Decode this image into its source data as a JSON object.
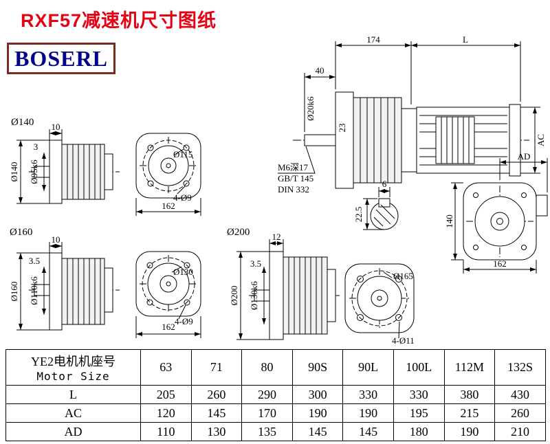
{
  "page": {
    "title": "RXF57减速机尺寸图纸",
    "logo_text": "BOSERL"
  },
  "colors": {
    "title_red": "#e60012",
    "logo_navy": "#00008b",
    "logo_border": "#7b2c21",
    "line": "#000000"
  },
  "main_view": {
    "dim_reducer_length": "174",
    "dim_motor_length": "L",
    "dim_shaft_length": "40",
    "dim_shaft_dia": "Ø20k6",
    "dim_23": "23",
    "dim_motor_dia": "AC",
    "tap_hole": "M6深17",
    "tap_std1": "GB/T 145",
    "tap_std2": "DIN 332"
  },
  "keyway": {
    "dim_key_width": "6",
    "dim_key_height": "22.5"
  },
  "rear_view": {
    "dim_ad": "AD",
    "dim_height": "140",
    "dim_width": "162"
  },
  "flange140": {
    "label": "Ø140",
    "dim_thickness": "10",
    "dim_spigot_depth": "3",
    "dim_flange_dia": "Ø140",
    "dim_spigot_dia": "Ø95k6",
    "dim_bolt_circle": "Ø115",
    "dim_bolt_holes": "4-Ø9",
    "dim_square": "162"
  },
  "flange160": {
    "label": "Ø160",
    "dim_thickness": "10",
    "dim_spigot_depth": "3.5",
    "dim_flange_dia": "Ø160",
    "dim_spigot_dia": "Ø110k6",
    "dim_bolt_circle": "Ø130",
    "dim_bolt_holes": "4-Ø9",
    "dim_square": "162"
  },
  "flange200": {
    "label": "Ø200",
    "dim_thickness": "12",
    "dim_spigot_depth": "3.5",
    "dim_flange_dia": "Ø200",
    "dim_spigot_dia": "Ø130k6",
    "dim_bolt_circle": "Ø165",
    "dim_bolt_holes": "4-Ø11"
  },
  "table": {
    "header_cn": "YE2电机机座号",
    "header_en": "Motor Size",
    "columns": [
      "63",
      "71",
      "80",
      "90S",
      "90L",
      "100L",
      "112M",
      "132S"
    ],
    "rows": [
      {
        "label": "L",
        "values": [
          "205",
          "260",
          "290",
          "300",
          "330",
          "330",
          "380",
          "430"
        ]
      },
      {
        "label": "AC",
        "values": [
          "120",
          "145",
          "170",
          "190",
          "190",
          "195",
          "215",
          "260"
        ]
      },
      {
        "label": "AD",
        "values": [
          "110",
          "130",
          "135",
          "145",
          "145",
          "180",
          "190",
          "210"
        ]
      }
    ]
  }
}
